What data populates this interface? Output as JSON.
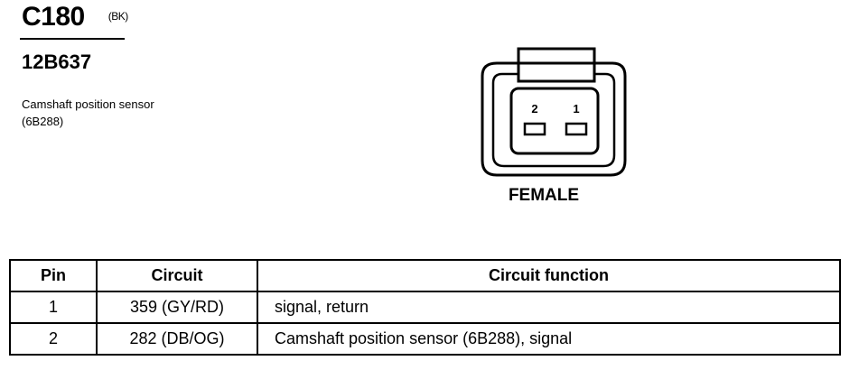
{
  "connector": {
    "id": "C180",
    "color_code": "(BK)",
    "part_number": "12B637",
    "description": "Camshaft position sensor (6B288)",
    "gender": "FEMALE",
    "pin_labels": [
      "2",
      "1"
    ]
  },
  "table": {
    "headers": [
      "Pin",
      "Circuit",
      "Circuit function"
    ],
    "rows": [
      {
        "pin": "1",
        "circuit": "359 (GY/RD)",
        "function": "signal, return"
      },
      {
        "pin": "2",
        "circuit": "282 (DB/OG)",
        "function": "Camshaft position sensor (6B288), signal"
      }
    ]
  }
}
